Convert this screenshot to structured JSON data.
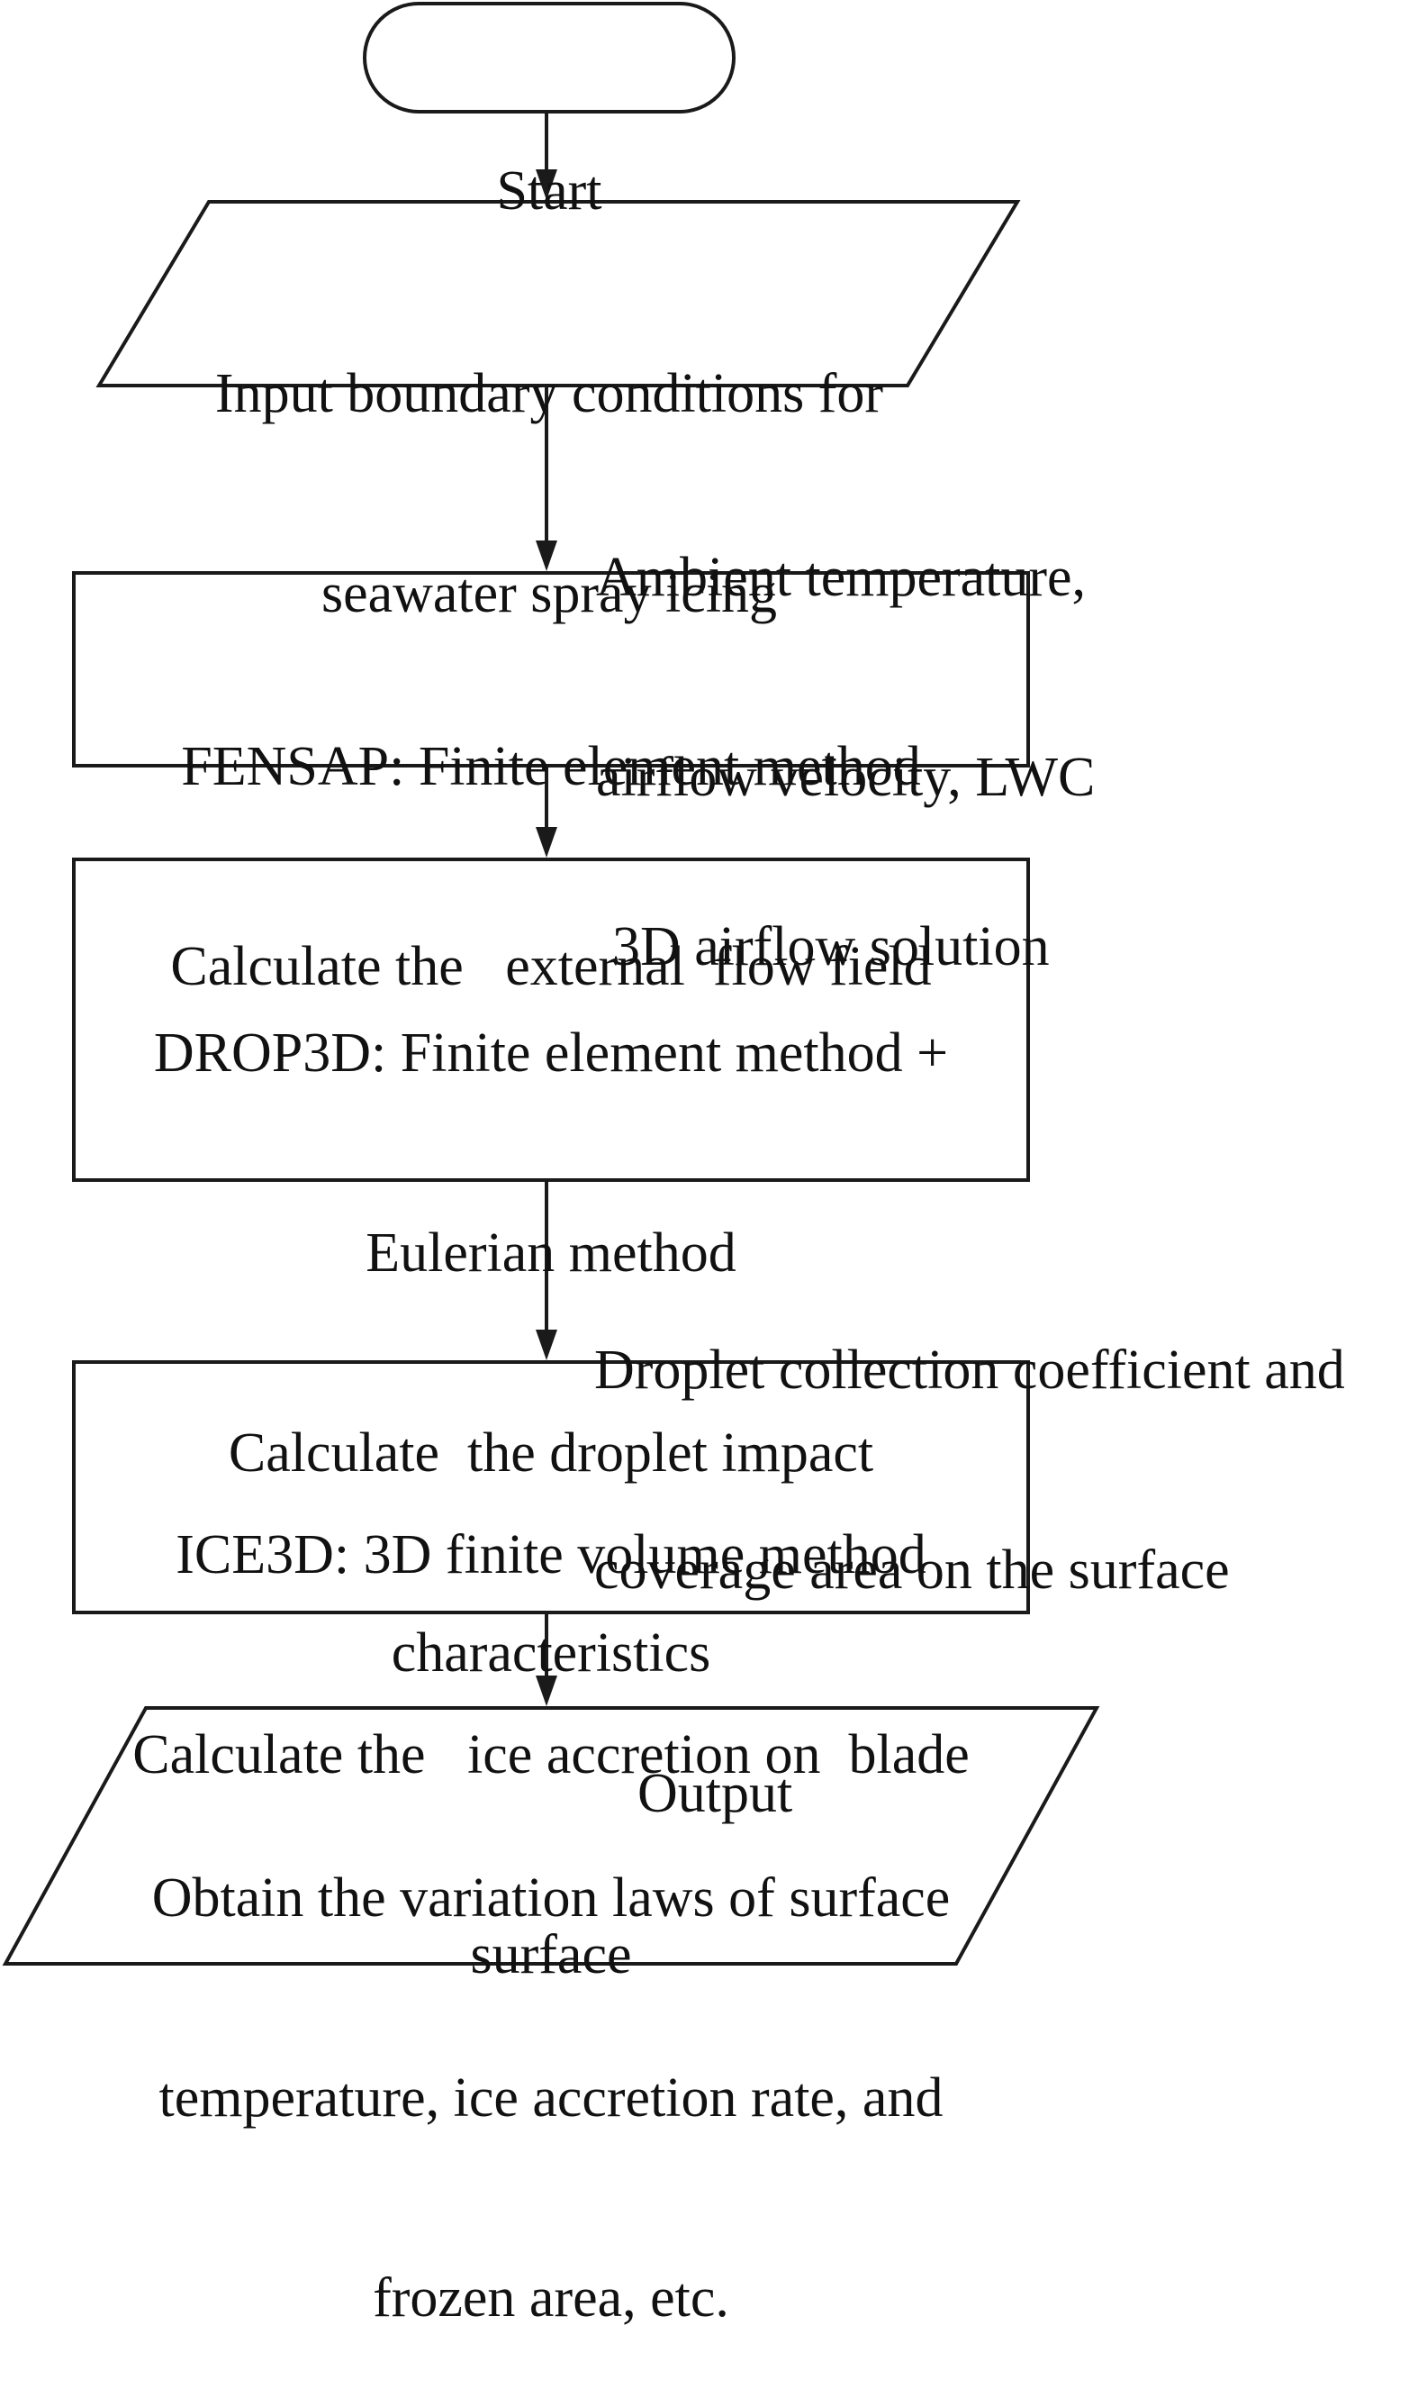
{
  "nodes": {
    "start": {
      "lines": [
        "Start"
      ]
    },
    "input": {
      "lines": [
        "Input boundary conditions for",
        "seawater spray icing"
      ]
    },
    "fensap": {
      "lines": [
        "FENSAP: Finite element method",
        "Calculate the   external  flow field"
      ]
    },
    "drop3d": {
      "lines": [
        "DROP3D: Finite element method +",
        "Eulerian method",
        "Calculate  the droplet impact",
        "characteristics"
      ]
    },
    "ice3d": {
      "lines": [
        "ICE3D: 3D finite volume method",
        "Calculate the   ice accretion on  blade",
        "surface"
      ]
    },
    "output": {
      "lines": [
        "Obtain the variation laws of surface",
        "temperature, ice accretion rate, and",
        "frozen area, etc."
      ]
    }
  },
  "edges": {
    "e1": {
      "lines": []
    },
    "e2": {
      "lines": [
        "Ambient temperature,",
        "airflow velocity, LWC"
      ]
    },
    "e3": {
      "lines": [
        "3D airflow solution"
      ]
    },
    "e4": {
      "lines": [
        "Droplet collection coefficient and",
        "coverage area on the surface"
      ]
    },
    "e5": {
      "lines": [
        "Output"
      ]
    }
  }
}
